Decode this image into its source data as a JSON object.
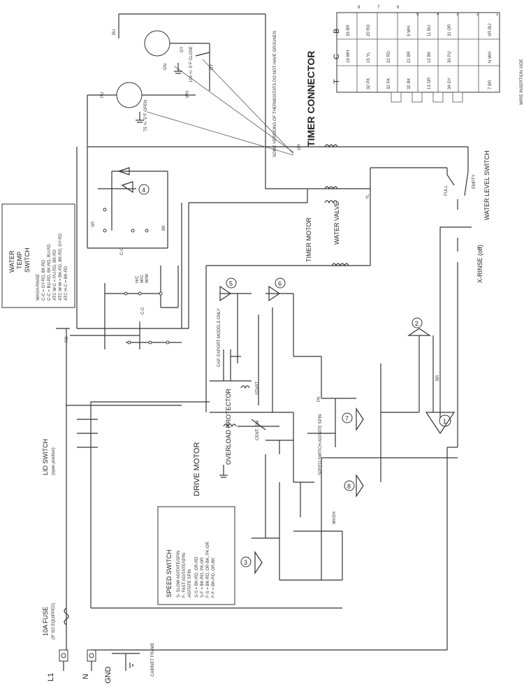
{
  "timer_connector": {
    "title": "TIMER CONNECTOR",
    "row_letters": [
      "T",
      "C",
      "B"
    ],
    "col_numbers": [
      "8",
      "7",
      "6",
      "5",
      "4",
      "3",
      "2",
      "1"
    ],
    "row_b": [
      "33 BR",
      "20 RD",
      "",
      "9 WH",
      "11 BU",
      "31 OR",
      "",
      "XR BU"
    ],
    "row_c": [
      "16 WH",
      "15 YL",
      "22 RD",
      "21 BR",
      "12 BK",
      "30 PU",
      "",
      "N WH"
    ],
    "row_t": [
      "",
      "32 PK",
      "32 PK",
      "32 BK",
      "13 OR",
      "34 GY",
      "",
      "7 BR"
    ],
    "side_note": "WIRE INSERTION SIDE"
  },
  "thermostat_note": "SOME VERSIONS OF THERMOSTATS DO NOT HAVE GROUNDS",
  "thermostats": [
    {
      "label": "105 +/- 5°F CLOSE"
    },
    {
      "label": "75 +/- 5°F OPEN"
    }
  ],
  "water_temp_legend": {
    "title_lines": [
      "WATER",
      "TEMP",
      "SWITCH"
    ],
    "entries": [
      "WASH-RINSE",
      "C-C = GY-RD, BK-RD",
      "C-C = BU-RD, BK-RD, BU-RD",
      "ATC  W-C = PU-RD, BK-RD",
      "ATC  W-W = BK-RD, BK-RD, GY-RD",
      "ATC  H-C = BK-RD"
    ]
  },
  "speed_switch_legend": {
    "title": "SPEED SWITCH",
    "entries": [
      "S- SLOW AGITATE/SPIN",
      "F- FAST AGITATE/SPIN",
      "AGITATE SPIN",
      "S-S = BK-RD, OR-RD",
      "S-F = BK-RD, PK-OR",
      "F-S = BK-RD, OR-BK, PK-OR",
      "F-F = BK-RD, OR-BK"
    ]
  },
  "components": {
    "timer_motor": "TIMER MOTOR",
    "water_valve": "WATER VALVE",
    "water_level_switch": "WATER LEVEL SWITCH",
    "full": "FULL",
    "empty": "EMPTY",
    "x_rinse": "X-RINSE (off)",
    "drive_motor": "DRIVE MOTOR",
    "overload_protector": "OVERLOAD PROTECTOR",
    "cap_export": "CAP. EXPORT MODELS ONLY",
    "start": "START",
    "cent_sw": "CENT. SW",
    "speed_switch_label": "SPEED SWITCH AGITATE SPIN",
    "wash": "WASH",
    "lid_switch": "LID SWITCH",
    "lid_switch_sub": "(open position)",
    "fuse": "10A FUSE",
    "fuse_sub": "(IF SO EQUIPPED)",
    "cabinet_frame": "CABINET FRAME",
    "l1": "L1",
    "n": "N",
    "gnd": "GND",
    "hc": "H/C",
    "ww": "W/W",
    "wc": "W/C",
    "cc": "C-C"
  },
  "contacts": [
    "1",
    "2",
    "3",
    "4",
    "5",
    "6",
    "7",
    "8"
  ],
  "wire_labels": [
    "BU",
    "GY",
    "GN",
    "WH",
    "PU",
    "OR",
    "BK",
    "RD",
    "YL",
    "BR",
    "PK",
    "DY",
    "SR"
  ]
}
